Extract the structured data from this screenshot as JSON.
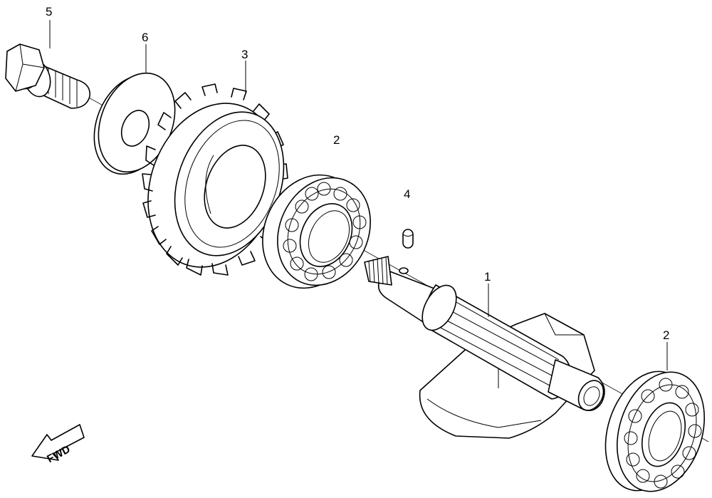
{
  "callouts": [
    {
      "id": "callout-1",
      "text": "1"
    },
    {
      "id": "callout-2a",
      "text": "2"
    },
    {
      "id": "callout-2b",
      "text": "2"
    },
    {
      "id": "callout-3",
      "text": "3"
    },
    {
      "id": "callout-4",
      "text": "4"
    },
    {
      "id": "callout-5",
      "text": "5"
    },
    {
      "id": "callout-6",
      "text": "6"
    }
  ],
  "direction_arrow": {
    "label": "FWD"
  }
}
